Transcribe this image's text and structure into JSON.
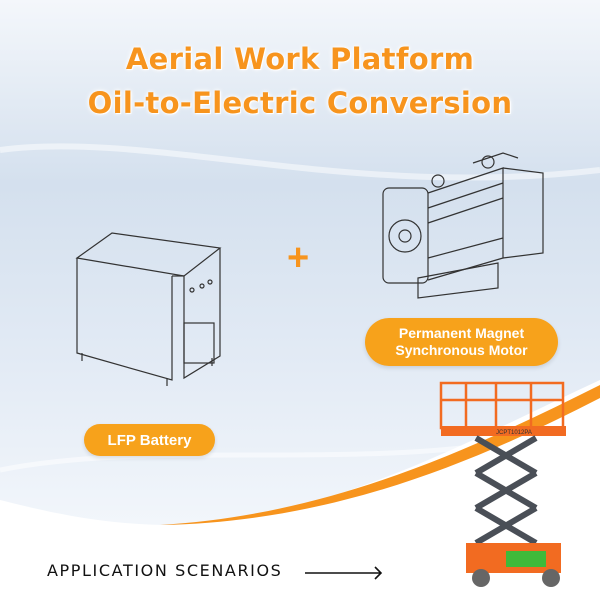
{
  "title": {
    "line1": "Aerial Work Platform",
    "line2": "Oil-to-Electric Conversion"
  },
  "plus_symbol": "+",
  "labels": {
    "battery": "LFP  Battery",
    "motor_line1": "Permanent  Magnet",
    "motor_line2": "Synchronous  Motor"
  },
  "footer": {
    "text": "APPLICATION SCENARIOS"
  },
  "lift_model_text": "JCPT1012PA",
  "colors": {
    "accent": "#f7941d",
    "pill": "#f7a21b",
    "background": "#dfe8f3"
  }
}
